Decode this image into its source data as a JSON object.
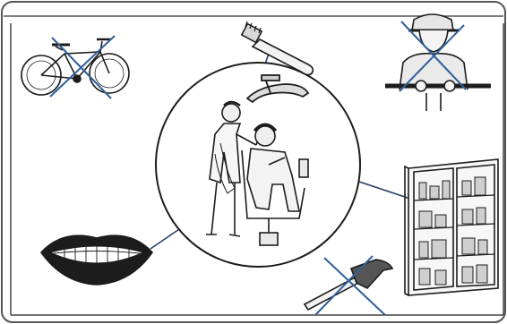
{
  "worksheet": {
    "center_topic": "dentist",
    "items": [
      {
        "id": "bicycle",
        "icon": "bicycle-icon",
        "crossed": true
      },
      {
        "id": "toothbrush",
        "icon": "toothbrush-icon",
        "crossed": false,
        "linked": true
      },
      {
        "id": "firefighter",
        "icon": "firefighter-icon",
        "crossed": true
      },
      {
        "id": "cabinet",
        "icon": "medicine-cabinet-icon",
        "crossed": false,
        "linked": true
      },
      {
        "id": "hammer",
        "icon": "hammer-icon",
        "crossed": true
      },
      {
        "id": "teeth",
        "icon": "teeth-icon",
        "crossed": false,
        "linked": true
      }
    ],
    "colors": {
      "line": "#1f3c68",
      "cross": "#2f5f9a",
      "ink": "#1c1c1c",
      "frame": "#555555"
    }
  }
}
